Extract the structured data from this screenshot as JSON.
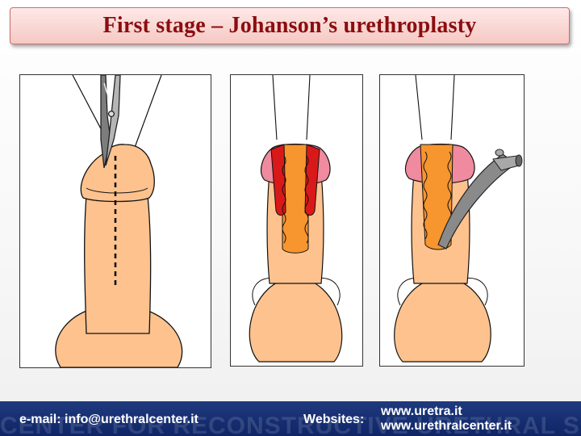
{
  "slide": {
    "title": "First stage – Johanson’s urethroplasty"
  },
  "figures": [
    {
      "description_icon": "incision-illustration-icon"
    },
    {
      "description_icon": "urethra-opened-illustration-icon"
    },
    {
      "description_icon": "catheter-illustration-icon"
    }
  ],
  "footer": {
    "watermark": "CENTER FOR RECONSTRUCTIVE URETHRAL SURGERY",
    "email": "e-mail: info@urethralcenter.it",
    "websites_label": "Websites:",
    "websites": [
      "www.uretra.it",
      "www.urethralcenter.it"
    ]
  },
  "colors": {
    "title_text": "#8b0d10",
    "title_bg": "#f6c8c3",
    "skin": "#fdc28e",
    "glans_pink": "#f08a9e",
    "urethra_red": "#d91919",
    "urethra_orange": "#f7952e",
    "catheter_gray": "#8a8a8a",
    "footer_bg": "#162f72"
  }
}
